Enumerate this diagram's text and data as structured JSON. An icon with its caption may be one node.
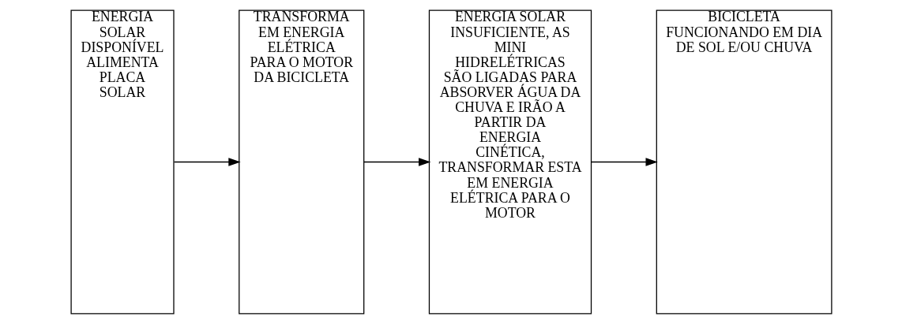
{
  "diagram": {
    "nodes": [
      {
        "text": [
          "ENERGIA SOLAR DISPONÍVEL ALIMENTA PLACA SOLAR"
        ]
      },
      {
        "text": [
          "TRANSFORMA EM ENERGIA ELÉTRICA PARA O MOTOR DA BICICLETA"
        ]
      },
      {
        "text": [
          "ENERGIA SOLAR INSUFICIENTE, AS MINI HIDRELÉTRICAS SÃO LIGADAS PARA ABSORVER ÁGUA DA CHUVA E IRÃO A PARTIR DA ENERGIA CINÉTICA, TRANSFORMAR ESTA EM ENERGIA ELÉTRICA PARA O MOTOR"
        ]
      },
      {
        "text": [
          "BICICLETA FUNCIONANDO EM DIA DE SOL E/OU CHUVA"
        ]
      }
    ],
    "edges": [
      {
        "from": 0,
        "to": 1,
        "arrow": "to"
      },
      {
        "from": 1,
        "to": 2,
        "arrow": "to"
      },
      {
        "from": 2,
        "to": 3,
        "arrow": "to"
      }
    ]
  }
}
